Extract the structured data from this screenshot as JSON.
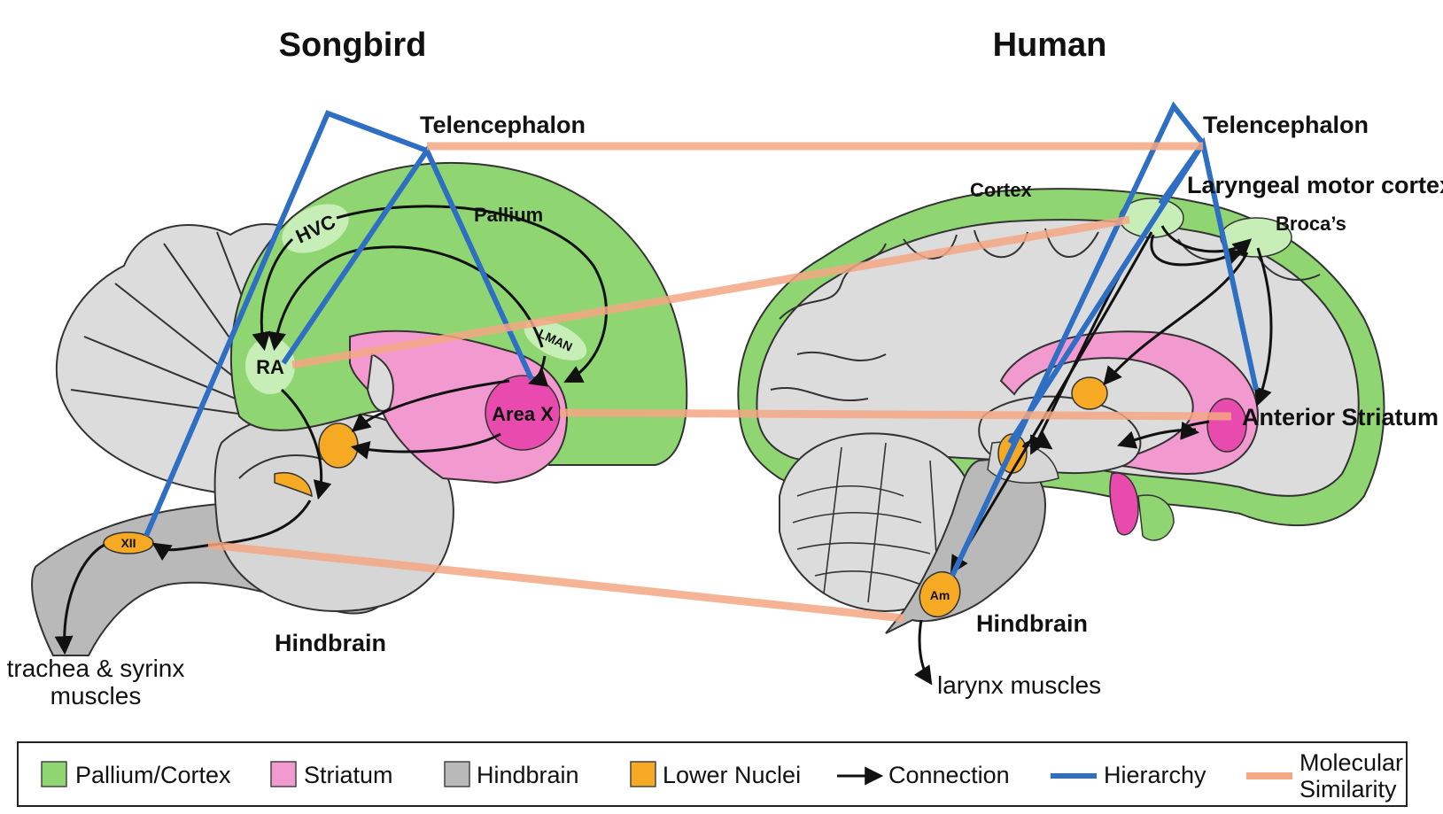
{
  "titles": {
    "songbird": "Songbird",
    "human": "Human"
  },
  "songbird": {
    "telencephalon": "Telencephalon",
    "pallium": "Pallium",
    "hvc": "HVC",
    "ra": "RA",
    "lman": "LMAN",
    "area_x": "Area X",
    "xii": "XII",
    "hindbrain": "Hindbrain",
    "muscles_line1": "trachea & syrinx",
    "muscles_line2": "muscles"
  },
  "human": {
    "telencephalon": "Telencephalon",
    "cortex": "Cortex",
    "laryngeal": "Laryngeal motor cortex",
    "broca": "Broca’s",
    "striatum": "Anterior Striatum",
    "am": "Am",
    "hindbrain": "Hindbrain",
    "muscles": "larynx muscles"
  },
  "legend": {
    "pallium": "Pallium/Cortex",
    "striatum": "Striatum",
    "hindbrain": "Hindbrain",
    "lower": "Lower Nuclei",
    "connection": "Connection",
    "hierarchy": "Hierarchy",
    "similarity_line1": "Molecular",
    "similarity_line2": "Similarity"
  },
  "colors": {
    "pallium": "#8fd672",
    "striatum": "#f29ad0",
    "striatum_dark": "#e84aad",
    "hindbrain": "#b9b9b9",
    "brain_light": "#dcdcdc",
    "lower_nuclei": "#f6aa23",
    "hierarchy": "#2e6fc4",
    "similarity": "#f5a784",
    "connection": "#111111"
  }
}
